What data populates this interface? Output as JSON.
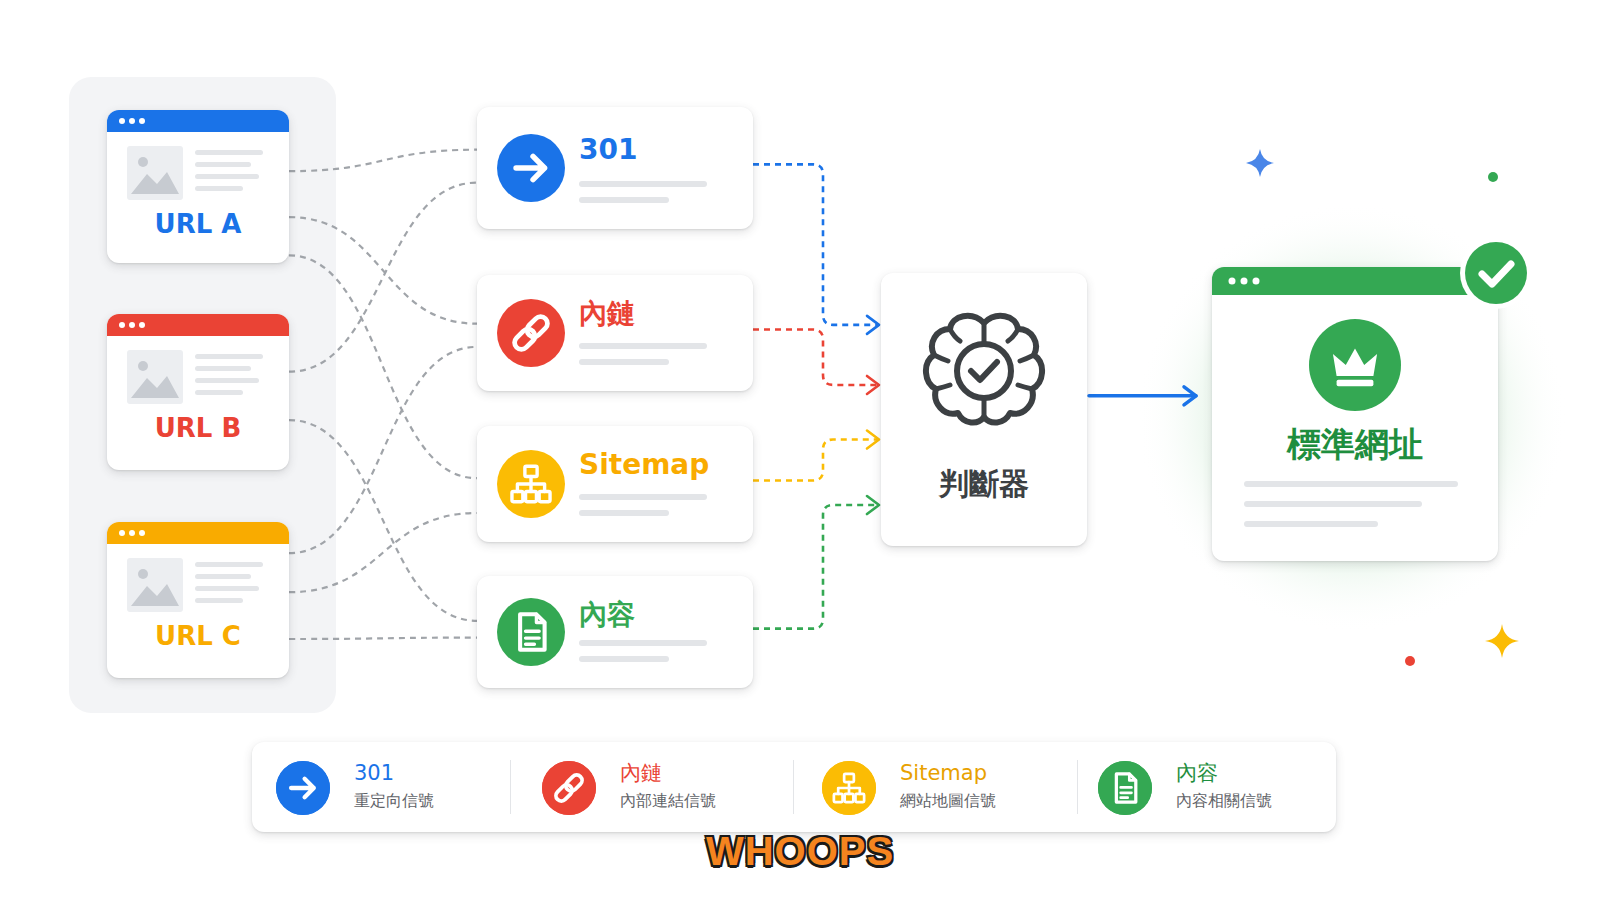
{
  "diagram": {
    "nodes": [
      {
        "text": [
          "URL A"
        ]
      },
      {
        "text": [
          "URL B"
        ]
      },
      {
        "text": [
          "URL C"
        ]
      },
      {
        "text": [
          "301"
        ]
      },
      {
        "text": [
          "內鏈"
        ]
      },
      {
        "text": [
          "Sitemap"
        ]
      },
      {
        "text": [
          "內容"
        ]
      },
      {
        "text": [
          "判斷器"
        ]
      },
      {
        "text": [
          "標準網址"
        ]
      }
    ],
    "edges": [
      {
        "from": 0,
        "to": 3,
        "arrow": "none"
      },
      {
        "from": 0,
        "to": 4,
        "arrow": "none"
      },
      {
        "from": 0,
        "to": 5,
        "arrow": "none"
      },
      {
        "from": 1,
        "to": 3,
        "arrow": "none"
      },
      {
        "from": 1,
        "to": 6,
        "arrow": "none"
      },
      {
        "from": 2,
        "to": 4,
        "arrow": "none"
      },
      {
        "from": 2,
        "to": 5,
        "arrow": "none"
      },
      {
        "from": 2,
        "to": 6,
        "arrow": "none"
      },
      {
        "from": 3,
        "to": 7,
        "arrow": "to"
      },
      {
        "from": 4,
        "to": 7,
        "arrow": "to"
      },
      {
        "from": 5,
        "to": 7,
        "arrow": "to"
      },
      {
        "from": 6,
        "to": 7,
        "arrow": "to"
      },
      {
        "from": 7,
        "to": 8,
        "arrow": "to"
      }
    ],
    "labels": [
      "重定向信號",
      "內部連結信號",
      "網站地圖信號",
      "內容相關信號",
      "WHOOPS"
    ],
    "legend": [
      {
        "text": "301",
        "color": "#1a73e8"
      },
      {
        "text": "內鏈",
        "color": "#ea4335"
      },
      {
        "text": "Sitemap",
        "color": "#fbbc04"
      },
      {
        "text": "內容",
        "color": "#34a853"
      }
    ]
  }
}
